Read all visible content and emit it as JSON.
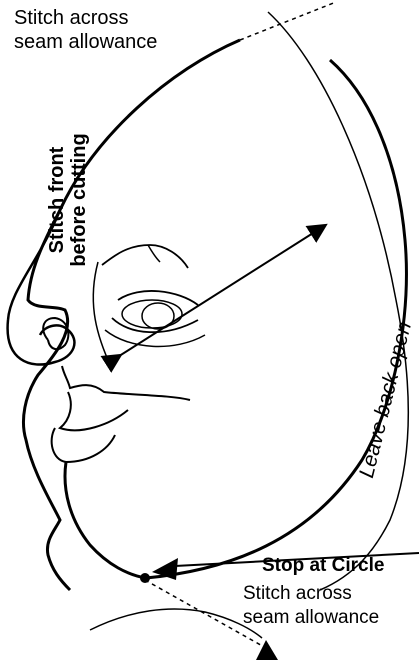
{
  "labels": {
    "top_line1": "Stitch across",
    "top_line2": "seam allowance",
    "front_line1": "Stitch front",
    "front_line2": "before cutting",
    "back": "Leave back open",
    "stop": "Stop at Circle",
    "bottom_line1": "Stitch across",
    "bottom_line2": "seam allowance"
  },
  "colors": {
    "line": "#000000",
    "background": "#ffffff"
  }
}
